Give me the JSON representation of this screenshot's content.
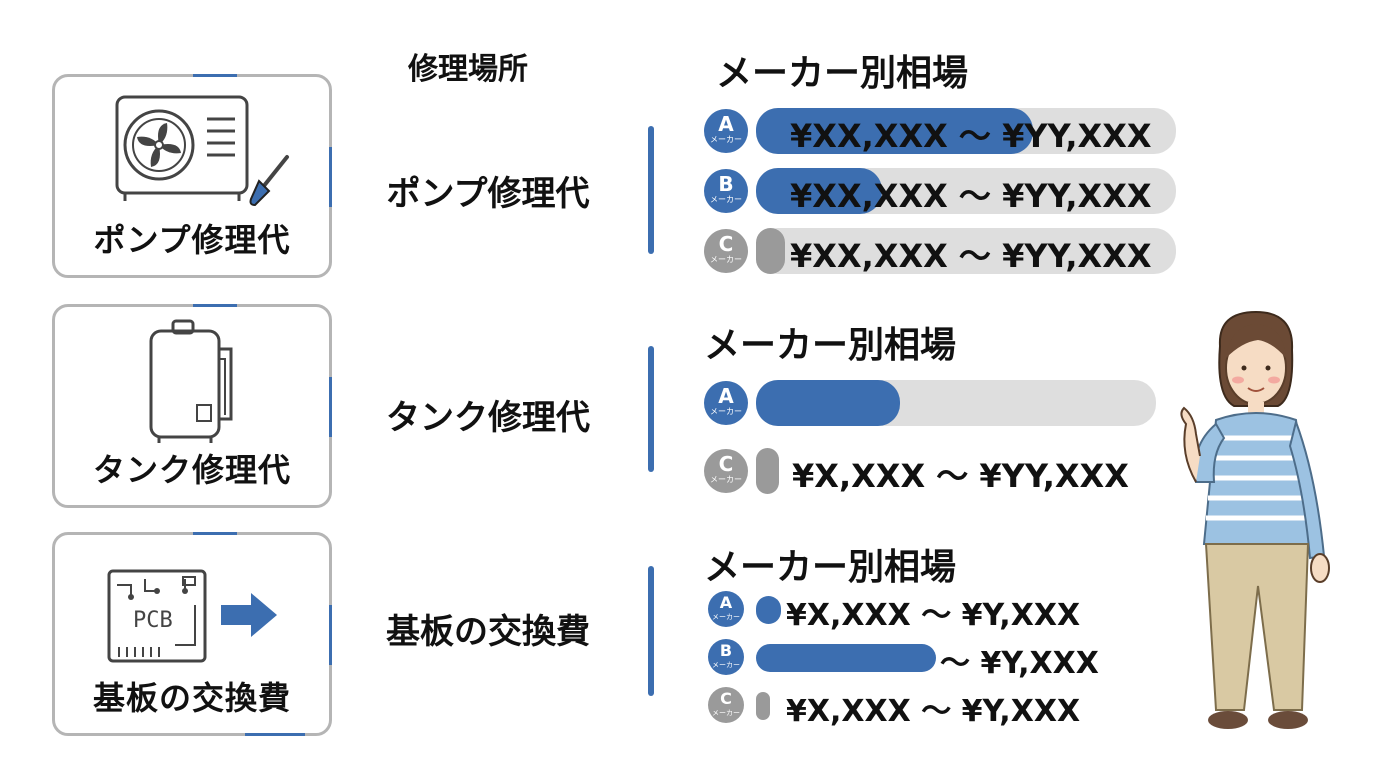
{
  "headers": {
    "location": "修理場所",
    "market": "メーカー別相場"
  },
  "cards": [
    {
      "title": "ポンプ修理代",
      "icon": "heat-pump-unit-icon"
    },
    {
      "title": "タンク修理代",
      "icon": "water-tank-icon"
    },
    {
      "title": "基板の交換費",
      "icon": "pcb-board-icon",
      "pcb_text": "PCB"
    }
  ],
  "sections": [
    {
      "label": "ポンプ修理代",
      "title": "",
      "makers": [
        {
          "letter": "A",
          "sub": "メーカー",
          "range": "¥XX,XXX 〜 ¥YY,XXX",
          "fill": 0.66,
          "color": "#3c6eb0"
        },
        {
          "letter": "B",
          "sub": "メーカー",
          "range": "¥XX,XXX 〜 ¥YY,XXX",
          "fill": 0.3,
          "color": "#3c6eb0"
        },
        {
          "letter": "C",
          "sub": "メーカー",
          "range": "¥XX,XXX 〜 ¥YY,XXX",
          "fill": 0.07,
          "color": "#9a9a9a"
        }
      ]
    },
    {
      "label": "タンク修理代",
      "title": "メーカー別相場",
      "makers": [
        {
          "letter": "A",
          "sub": "メーカー",
          "range": "",
          "fill": 0.36,
          "color": "#3c6eb0"
        },
        {
          "letter": "C",
          "sub": "メーカー",
          "range": "¥X,XXX 〜 ¥YY,XXX",
          "fill": 0.04,
          "color": "#9a9a9a"
        }
      ]
    },
    {
      "label": "基板の交換費",
      "title": "メーカー別相場",
      "makers": [
        {
          "letter": "A",
          "sub": "メーカー",
          "range": "¥X,XXX  〜 ¥Y,XXX",
          "fill": 0.05,
          "color": "#3c6eb0"
        },
        {
          "letter": "B",
          "sub": "メーカー",
          "range": "〜 ¥Y,XXX",
          "fill": 0.36,
          "color": "#3c6eb0"
        },
        {
          "letter": "C",
          "sub": "メーカー",
          "range": "¥X,XXX 〜 ¥Y,XXX",
          "fill": 0.02,
          "color": "#9a9a9a"
        }
      ]
    }
  ],
  "person": {
    "icon": "woman-presenting-icon"
  }
}
